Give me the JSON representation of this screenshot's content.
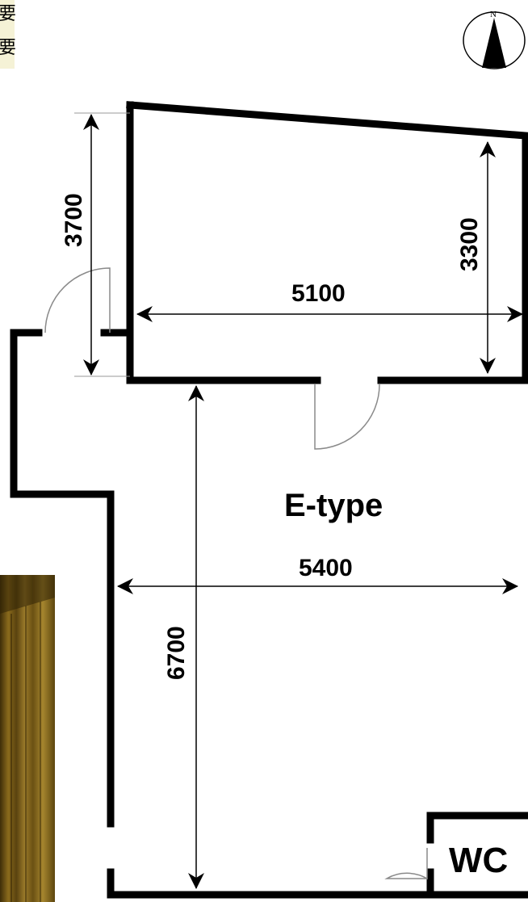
{
  "header_text": [
    "要",
    "要"
  ],
  "compass_label": "N",
  "room_type": "E-type",
  "wc_label": "WC",
  "dimensions": {
    "upper_room_height_outer": "3700",
    "upper_room_height_inner": "3300",
    "upper_room_width": "5100",
    "main_room_width": "5400",
    "main_room_height": "6700"
  },
  "colors": {
    "wall": "#000000",
    "door_swing": "#8a8a8a",
    "wood_panel": "#8a6a1c"
  }
}
